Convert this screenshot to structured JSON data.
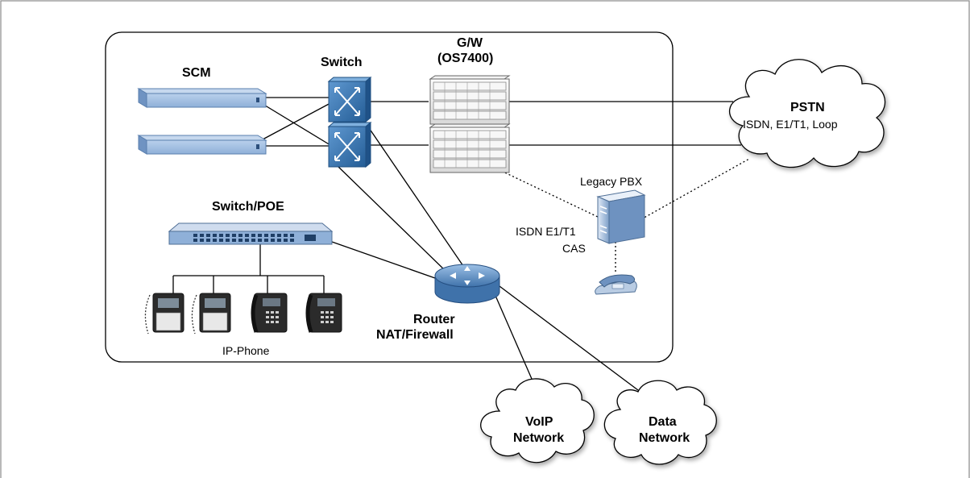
{
  "labels": {
    "scm": "SCM",
    "switch": "Switch",
    "gw_line1": "G/W",
    "gw_line2": "(OS7400)",
    "pstn_title": "PSTN",
    "pstn_sub": "ISDN, E1/T1, Loop",
    "legacy_pbx": "Legacy PBX",
    "isdn_line1": "ISDN E1/T1",
    "isdn_line2": "CAS",
    "switch_poe": "Switch/POE",
    "router_line1": "Router",
    "router_line2": "NAT/Firewall",
    "ip_phone": "IP-Phone",
    "voip_line1": "VoIP",
    "voip_line2": "Network",
    "data_line1": "Data",
    "data_line2": "Network"
  },
  "colors": {
    "device_blue": "#8fb0d8",
    "device_blue_dark": "#4f79ad",
    "switch_blue": "#2d6aa6",
    "line": "#000000",
    "frame": "#8a8a8a"
  }
}
